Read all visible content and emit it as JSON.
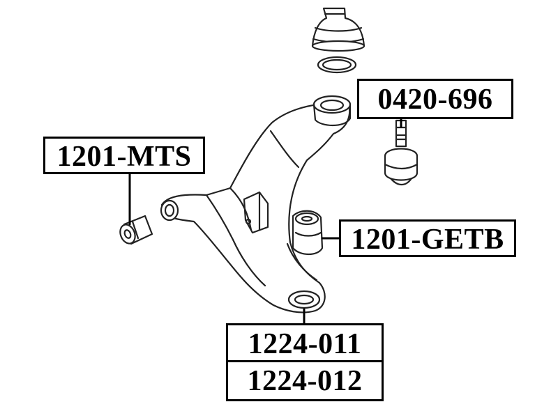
{
  "parts": {
    "ball_joint": "0420-696",
    "rear_bushing": "1201-MTS",
    "front_bushing": "1201-GETB",
    "arm_left": "1224-011",
    "arm_right": "1224-012"
  }
}
